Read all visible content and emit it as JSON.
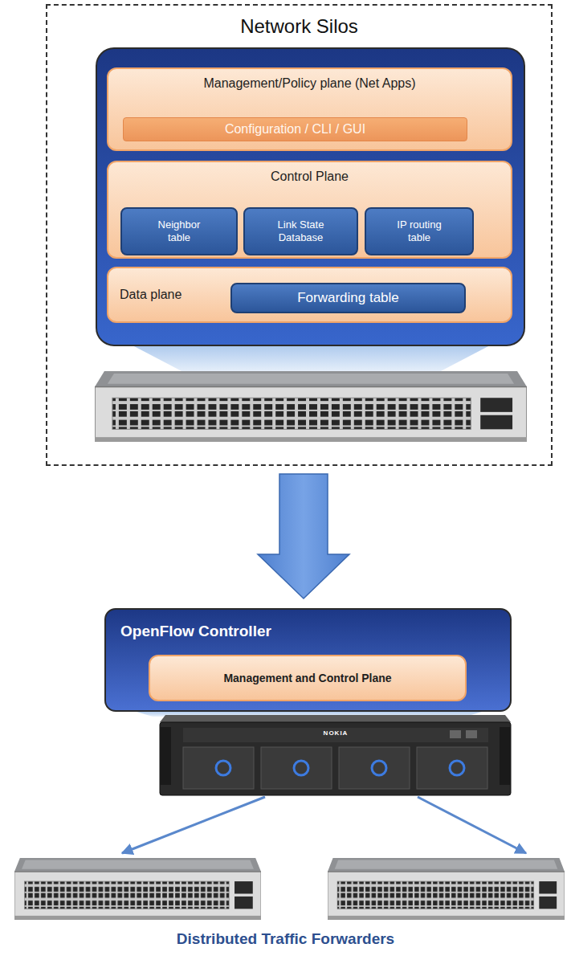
{
  "diagram": {
    "nodes": [
      {
        "text": [
          "Network Silos"
        ]
      },
      {
        "text": [
          "Management/Policy plane (Net Apps)"
        ],
        "in": 0
      },
      {
        "text": [
          "Configuration / CLI / GUI"
        ],
        "in": 1
      },
      {
        "text": [
          "Control Plane"
        ],
        "in": 0
      },
      {
        "text": [
          "Neighbor table"
        ],
        "in": 3
      },
      {
        "text": [
          "Link State Database"
        ],
        "in": 3
      },
      {
        "text": [
          "IP routing table"
        ],
        "in": 3
      },
      {
        "text": [
          "Data plane"
        ],
        "in": 0
      },
      {
        "text": [
          "Forwarding table"
        ],
        "in": 7
      },
      {
        "text": [
          "OpenFlow Controller"
        ]
      },
      {
        "text": [
          "Management and Control Plane"
        ],
        "in": 9
      }
    ],
    "edges": [
      {
        "from": 0,
        "to": 9,
        "arrow": "to"
      }
    ],
    "labels": [
      "NOKIA",
      "Distributed Traffic Forwarders"
    ]
  }
}
